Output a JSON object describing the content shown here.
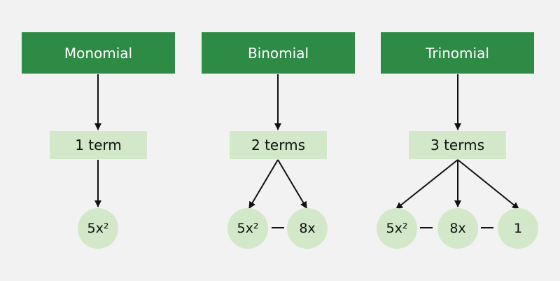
{
  "columns": [
    {
      "header": "Monomial",
      "count": "1 term",
      "terms": [
        "5x²"
      ]
    },
    {
      "header": "Binomial",
      "count": "2 terms",
      "terms": [
        "5x²",
        "8x"
      ]
    },
    {
      "header": "Trinomial",
      "count": "3 terms",
      "terms": [
        "5x²",
        "8x",
        "1"
      ]
    }
  ],
  "colors": {
    "header_fill": "#2e8b45",
    "light_fill": "#d2e8c8",
    "background": "#f2f2f2",
    "line": "#111111"
  }
}
